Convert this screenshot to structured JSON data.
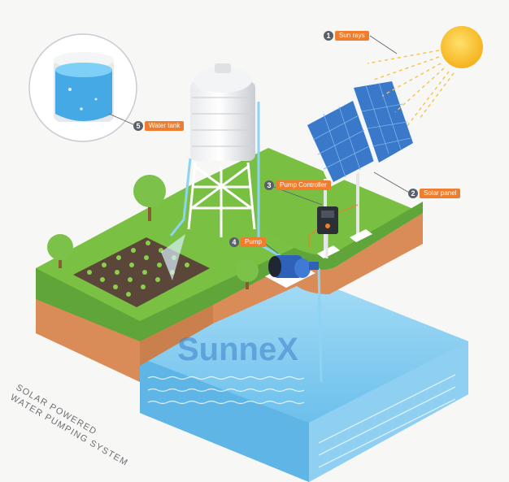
{
  "labels": {
    "sun_rays": {
      "num": "1",
      "text": "Sun rays"
    },
    "solar_panel": {
      "num": "2",
      "text": "Solar panel"
    },
    "pump_controller": {
      "num": "3",
      "text": "Pump Controller"
    },
    "pump": {
      "num": "4",
      "text": "Pump"
    },
    "water_tank": {
      "num": "5",
      "text": "Water tank"
    }
  },
  "caption": {
    "line1": "SOLAR POWERED",
    "line2": "WATER PUMPING SYSTEM"
  },
  "watermark": "SunneX",
  "colors": {
    "label_orange": "#ef7d2d",
    "number_badge": "#5a6069",
    "grass": "#7ac143",
    "soil": "#d98c57",
    "water": "#8fd0f2",
    "sun": "#f9c32b",
    "panel": "#3a78c9"
  },
  "icons": [
    "sun-icon",
    "solar-panel-icon",
    "water-tank-icon",
    "pump-icon",
    "pump-controller-icon",
    "tree-icon",
    "tank-zoom-icon"
  ]
}
